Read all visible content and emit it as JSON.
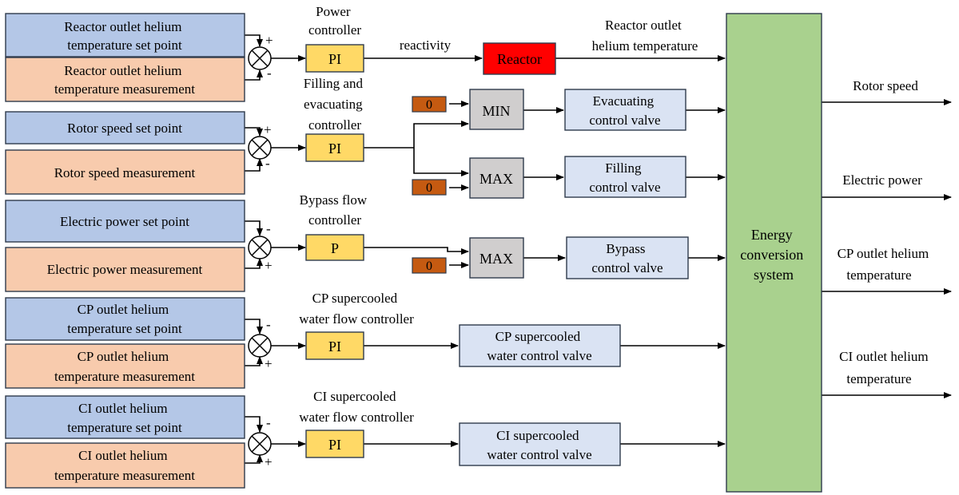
{
  "inputs": {
    "loop1_setpoint": [
      "Reactor outlet helium",
      "temperature set point"
    ],
    "loop1_measurement": [
      "Reactor outlet helium",
      "temperature measurement"
    ],
    "loop2_setpoint": [
      "Rotor speed set point"
    ],
    "loop2_measurement": [
      "Rotor speed measurement"
    ],
    "loop3_setpoint": [
      "Electric power set point"
    ],
    "loop3_measurement": [
      "Electric power measurement"
    ],
    "loop4_setpoint": [
      "CP outlet helium",
      "temperature set point"
    ],
    "loop4_measurement": [
      "CP outlet helium",
      "temperature measurement"
    ],
    "loop5_setpoint": [
      "CI outlet helium",
      "temperature set point"
    ],
    "loop5_measurement": [
      "CI outlet helium",
      "temperature measurement"
    ]
  },
  "signs": {
    "loop1": [
      "+",
      "-"
    ],
    "loop2": [
      "+",
      "-"
    ],
    "loop3": [
      "-",
      "+"
    ],
    "loop4": [
      "-",
      "+"
    ],
    "loop5": [
      "-",
      "+"
    ]
  },
  "controllers": {
    "power": {
      "label": "PI",
      "title": [
        "Power",
        "controller"
      ]
    },
    "filling": {
      "label": "PI",
      "title": [
        "Filling and",
        "evacuating",
        "controller"
      ]
    },
    "bypass": {
      "label": "P",
      "title": [
        "Bypass flow",
        "controller"
      ]
    },
    "cp": {
      "label": "PI",
      "title": [
        "CP supercooled",
        "water flow controller"
      ]
    },
    "ci": {
      "label": "PI",
      "title": [
        "CI supercooled",
        "water flow controller"
      ]
    }
  },
  "signals": {
    "reactivity": "reactivity",
    "reactor_outlet": [
      "Reactor outlet",
      "helium temperature"
    ]
  },
  "blocks": {
    "reactor": "Reactor",
    "min": "MIN",
    "max1": "MAX",
    "max2": "MAX",
    "zero": "0",
    "evac_valve": [
      "Evacuating",
      "control valve"
    ],
    "fill_valve": [
      "Filling",
      "control valve"
    ],
    "bypass_valve": [
      "Bypass",
      "control valve"
    ],
    "cp_valve": [
      "CP supercooled",
      "water control valve"
    ],
    "ci_valve": [
      "CI supercooled",
      "water control valve"
    ],
    "ecs": [
      "Energy",
      "conversion",
      "system"
    ]
  },
  "outputs": {
    "rotor": [
      "Rotor speed"
    ],
    "power": [
      "Electric power"
    ],
    "cp": [
      "CP outlet helium",
      "temperature"
    ],
    "ci": [
      "CI outlet helium",
      "temperature"
    ]
  },
  "colors": {
    "setpoint": "#b4c7e7",
    "measurement": "#f8cbad",
    "controller": "#ffd966",
    "reactor": "#ff0000",
    "logic": "#d0cece",
    "valve": "#dae3f3",
    "ecs": "#a9d18e",
    "zero": "#c55a11"
  }
}
